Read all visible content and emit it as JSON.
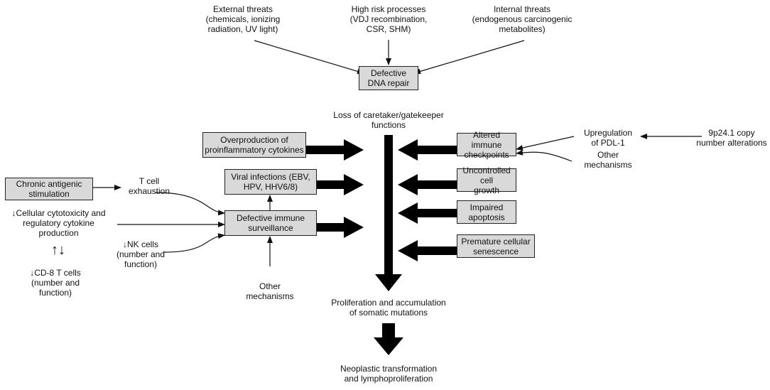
{
  "nodes": {
    "external_threats": "External threats\n(chemicals, ionizing\nradiation, UV light)",
    "high_risk": "High risk processes\n(VDJ recombination,\nCSR, SHM)",
    "internal_threats": "Internal threats\n(endogenous carcinogenic\nmetabolites)",
    "defective_dna_repair": "Defective\nDNA repair",
    "loss_caretaker": "Loss of caretaker/gatekeeper\nfunctions",
    "overproduction": "Overproduction of\nproinflammatory cytokines",
    "viral_infections": "Viral infections (EBV,\nHPV, HHV6/8)",
    "defective_immune": "Defective immune\nsurveillance",
    "altered_checkpoints": "Altered immune\ncheckpoints",
    "uncontrolled_growth": "Uncontrolled cell\ngrowth",
    "impaired_apoptosis": "Impaired\napoptosis",
    "premature_senescence": "Premature cellular\nsenescence",
    "upregulation_pdl1": "Upregulation\nof PDL-1",
    "copy_number": "9p24.1 copy\nnumber alterations",
    "other_mechanisms_right": "Other\nmechanisms",
    "chronic_antigenic": "Chronic antigenic\nstimulation",
    "t_cell_exhaustion": "T cell\nexhaustion",
    "cellular_cytotoxicity": "↓Cellular cytotoxicity and\nregulatory cytokine\nproduction",
    "updown_arrows": "↑↓",
    "cd8_t_cells": "↓CD-8 T cells\n(number and\nfunction)",
    "nk_cells": "↓NK cells\n(number and\nfunction)",
    "other_mechanisms_bottom": "Other\nmechanisms",
    "proliferation": "Proliferation and accumulation\nof somatic mutations",
    "neoplastic": "Neoplastic transformation\nand lymphoproliferation"
  }
}
